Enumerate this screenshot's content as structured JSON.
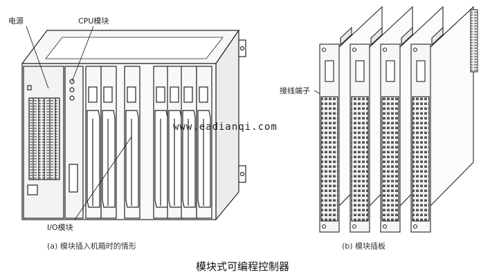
{
  "labels": {
    "power": "电源",
    "cpu": "CPU模块",
    "io": "I/O模块",
    "terminal": "接线端子"
  },
  "captions": {
    "a": "(a) 模块插入机箱时的情形",
    "b": "(b) 模块插板",
    "main": "模块式可编程控制器"
  },
  "watermark": "www.eadianqi.com"
}
